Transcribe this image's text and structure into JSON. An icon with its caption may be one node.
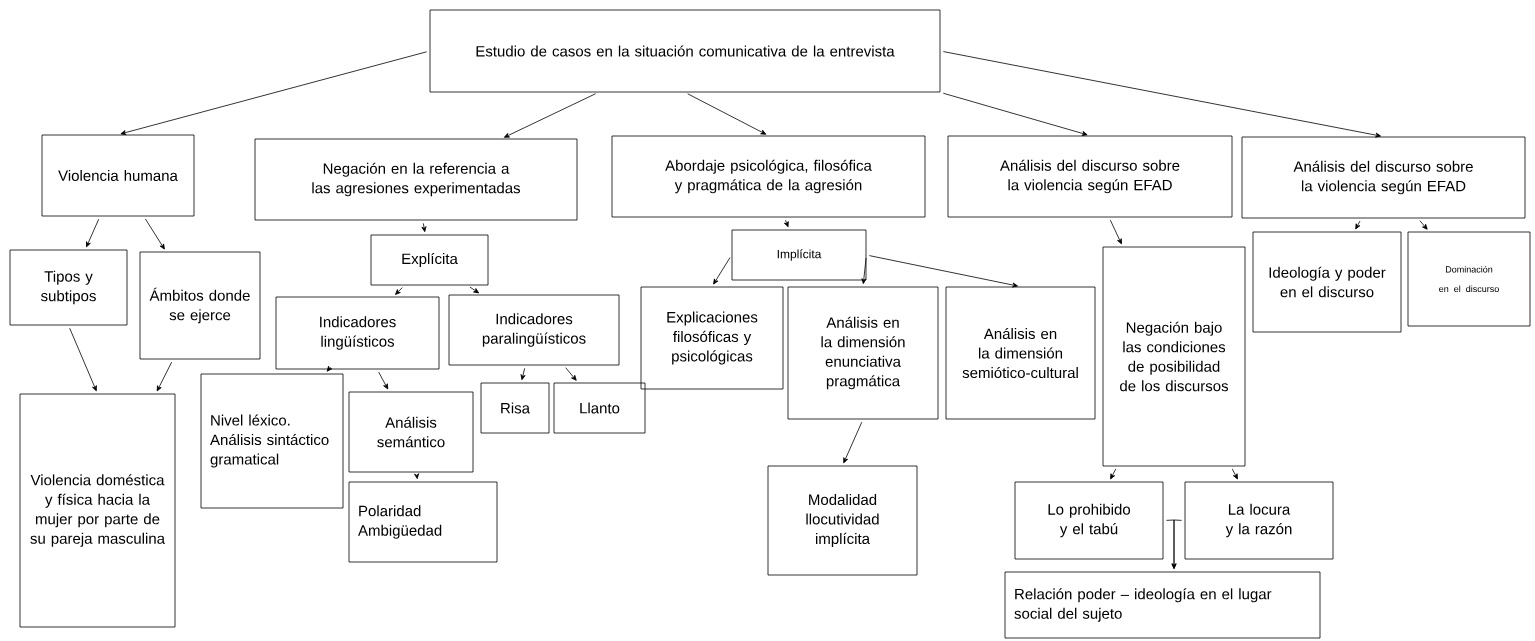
{
  "diagram": {
    "nodes": [
      {
        "text": [
          "Estudio de casos en la situación comunicativa de la entrevista"
        ]
      },
      {
        "text": [
          "Violencia humana"
        ]
      },
      {
        "text": [
          "Negación en la referencia a las agresiones experimentadas"
        ]
      },
      {
        "text": [
          "Abordaje psicológica, filosófica y pragmática de la agresión"
        ]
      },
      {
        "text": [
          "Análisis del discurso sobre la violencia según EFAD"
        ]
      },
      {
        "text": [
          "Análisis del discurso sobre la violencia según EFAD"
        ]
      },
      {
        "text": [
          "Tipos y subtipos"
        ]
      },
      {
        "text": [
          "Ámbitos donde se ejerce"
        ]
      },
      {
        "text": [
          "Explícita"
        ]
      },
      {
        "text": [
          "Indicadores lingüísticos"
        ]
      },
      {
        "text": [
          "Indicadores paralingüísticos"
        ]
      },
      {
        "text": [
          "Implícita"
        ]
      },
      {
        "text": [
          "Explicaciones filosóficas y psicológicas"
        ]
      },
      {
        "text": [
          "Análisis en la dimensión enunciativa pragmática"
        ]
      },
      {
        "text": [
          "Análisis en la dimensión semiótico-cultural"
        ]
      },
      {
        "text": [
          "Negación bajo las condiciones de posibilidad de los discursos"
        ]
      },
      {
        "text": [
          "Ideología y poder en el discurso"
        ]
      },
      {
        "text": [
          "Dominación en el discurso"
        ]
      },
      {
        "text": [
          "Violencia doméstica y física hacia la mujer por parte de su pareja masculina"
        ]
      },
      {
        "text": [
          "Nivel léxico. Análisis sintáctico gramatical"
        ]
      },
      {
        "text": [
          "Análisis semántico"
        ]
      },
      {
        "text": [
          "Risa"
        ]
      },
      {
        "text": [
          "Llanto"
        ]
      },
      {
        "text": [
          "Polaridad Ambigüedad"
        ]
      },
      {
        "text": [
          "Modalidad llocutividad implícita"
        ]
      },
      {
        "text": [
          "Lo prohibido y el tabú"
        ]
      },
      {
        "text": [
          "La locura y la razón"
        ]
      },
      {
        "text": [
          "Relación poder – ideología en el lugar social del sujeto"
        ]
      }
    ],
    "edges": [
      {
        "from": 0,
        "to": 1,
        "arrow": "to"
      },
      {
        "from": 0,
        "to": 2,
        "arrow": "to"
      },
      {
        "from": 0,
        "to": 3,
        "arrow": "to"
      },
      {
        "from": 0,
        "to": 4,
        "arrow": "to"
      },
      {
        "from": 0,
        "to": 5,
        "arrow": "to"
      },
      {
        "from": 1,
        "to": 6,
        "arrow": "to"
      },
      {
        "from": 1,
        "to": 7,
        "arrow": "to"
      },
      {
        "from": 2,
        "to": 8,
        "arrow": "to"
      },
      {
        "from": 8,
        "to": 9,
        "arrow": "to"
      },
      {
        "from": 8,
        "to": 10,
        "arrow": "to"
      },
      {
        "from": 3,
        "to": 11,
        "arrow": "to"
      },
      {
        "from": 11,
        "to": 12,
        "arrow": "to"
      },
      {
        "from": 11,
        "to": 13,
        "arrow": "to"
      },
      {
        "from": 11,
        "to": 14,
        "arrow": "to"
      },
      {
        "from": 4,
        "to": 15,
        "arrow": "to"
      },
      {
        "from": 5,
        "to": 16,
        "arrow": "to"
      },
      {
        "from": 5,
        "to": 17,
        "arrow": "to"
      },
      {
        "from": 6,
        "to": 18,
        "arrow": "to"
      },
      {
        "from": 7,
        "to": 18,
        "arrow": "to"
      },
      {
        "from": 9,
        "to": 19,
        "arrow": "to"
      },
      {
        "from": 9,
        "to": 20,
        "arrow": "to"
      },
      {
        "from": 10,
        "to": 21,
        "arrow": "to"
      },
      {
        "from": 10,
        "to": 22,
        "arrow": "to"
      },
      {
        "from": 20,
        "to": 23,
        "arrow": "to"
      },
      {
        "from": 13,
        "to": 24,
        "arrow": "to"
      },
      {
        "from": 15,
        "to": 25,
        "arrow": "to"
      },
      {
        "from": 15,
        "to": 26,
        "arrow": "to"
      },
      {
        "from": 25,
        "to": 27,
        "arrow": "to"
      },
      {
        "from": 26,
        "to": 27,
        "arrow": "to"
      }
    ]
  }
}
